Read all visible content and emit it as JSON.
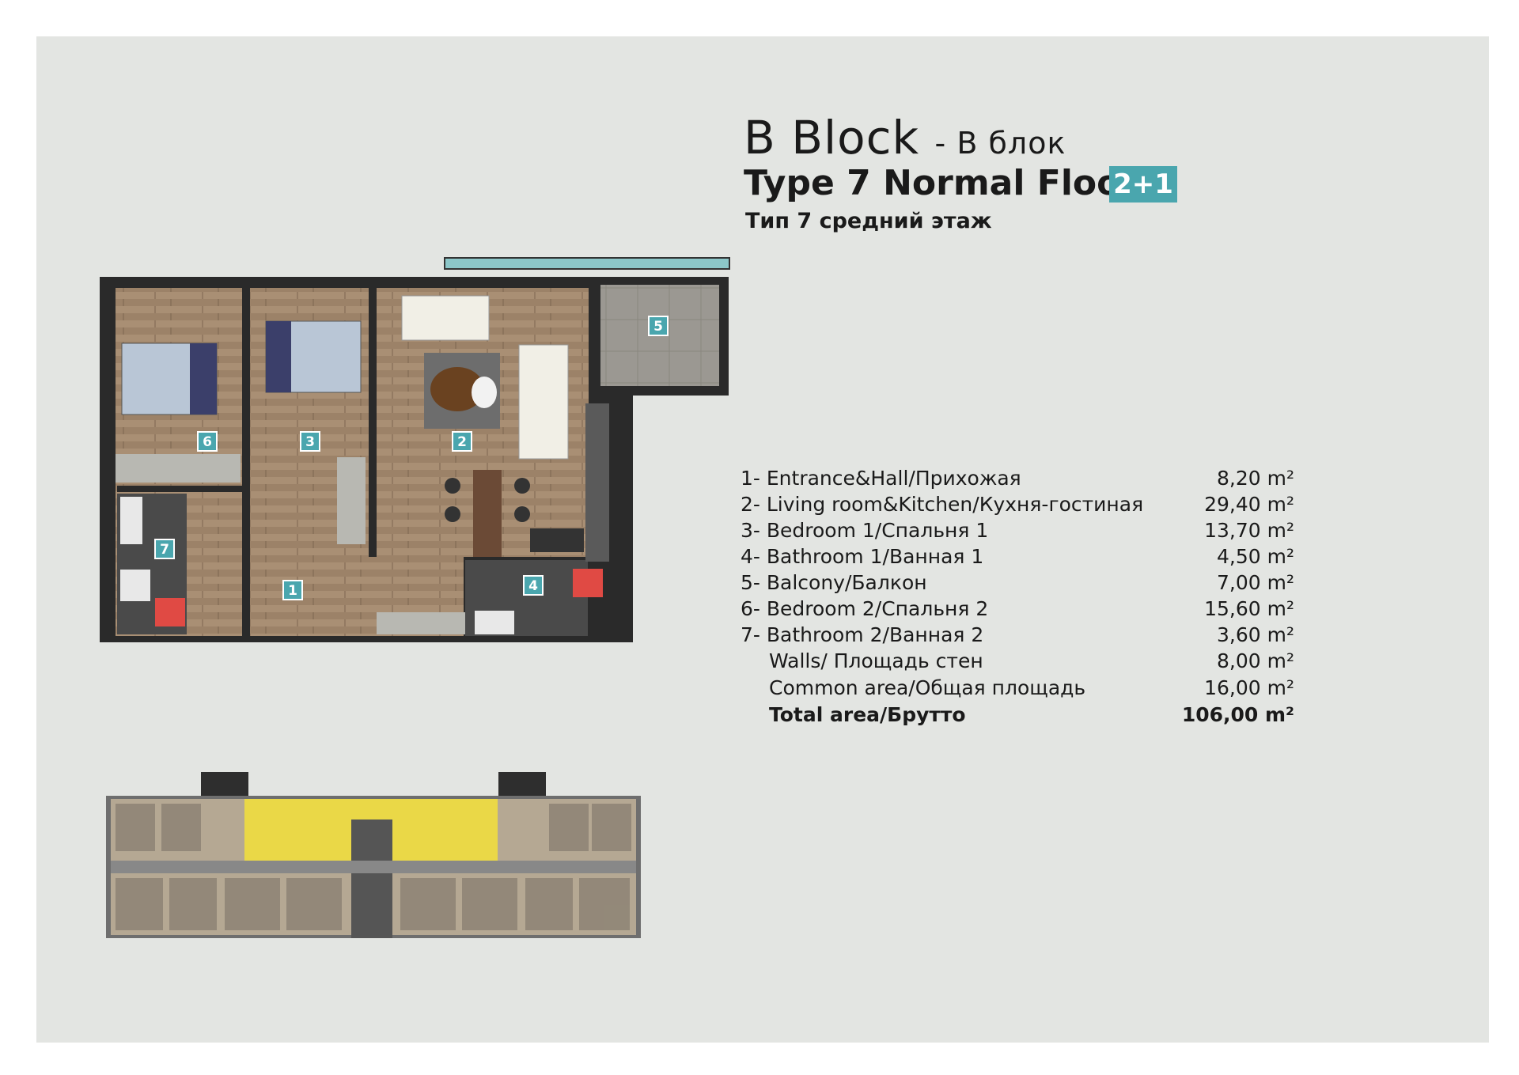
{
  "header": {
    "block": "B Block",
    "block_ru": "- B блок",
    "type": "Type 7 Normal Floor",
    "rooms_badge": "2+1",
    "type_ru": "Тип 7 средний этаж"
  },
  "plan": {
    "room_numbers": [
      "1",
      "2",
      "3",
      "4",
      "5",
      "6",
      "7"
    ]
  },
  "areas": [
    {
      "label": "1- Entrance&Hall/Прихожая",
      "value": "8,20 m²"
    },
    {
      "label": "2- Living room&Kitchen/Кухня-гостиная",
      "value": "29,40 m²"
    },
    {
      "label": "3- Bedroom 1/Спальня 1",
      "value": "13,70 m²"
    },
    {
      "label": "4- Bathroom 1/Ванная 1",
      "value": "4,50 m²"
    },
    {
      "label": "5- Balcony/Балкон",
      "value": "7,00 m²"
    },
    {
      "label": "6- Bedroom 2/Спальня 2",
      "value": "15,60 m²"
    },
    {
      "label": "7- Bathroom 2/Ванная 2",
      "value": "3,60 m²"
    }
  ],
  "extra": [
    {
      "label": "Walls/ Площадь стен",
      "value": "8,00 m²"
    },
    {
      "label": "Common area/Общая площадь",
      "value": "16,00 m²"
    }
  ],
  "total": {
    "label": "Total area/Брутто",
    "value": "106,00 m²"
  },
  "colors": {
    "accent": "#4aa6ae",
    "highlight": "#f3e13a",
    "background": "#e3e5e2"
  }
}
